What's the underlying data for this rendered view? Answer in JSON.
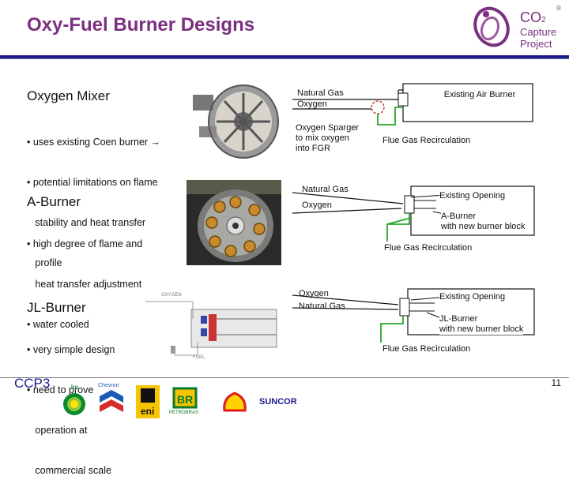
{
  "header": {
    "title": "Oxy-Fuel Burner Designs",
    "logo": {
      "line1": "CO",
      "sub": "2",
      "line2": "Capture",
      "line3": "Project",
      "reg": "®"
    }
  },
  "sections": [
    {
      "title": "Oxygen Mixer",
      "bullets": [
        "• uses existing Coen burner →",
        "• potential limitations on flame",
        "   stability and heat transfer",
        "   profile"
      ]
    },
    {
      "title": "A-Burner",
      "bullets": [
        "• high degree of flame and",
        "   heat transfer adjustment",
        "• water cooled"
      ]
    },
    {
      "title": "JL-Burner",
      "bullets": [
        "• very simple design",
        "• need to prove",
        "   operation at",
        "   commercial scale"
      ]
    }
  ],
  "diagrams": {
    "mixer": {
      "natural_gas": "Natural Gas",
      "oxygen": "Oxygen",
      "existing": "Existing Air Burner",
      "sparger": [
        "Oxygen Sparger",
        "to mix oxygen",
        "into FGR"
      ],
      "fgr": "Flue Gas Recirculation"
    },
    "aburner": {
      "natural_gas": "Natural Gas",
      "oxygen": "Oxygen",
      "existing": "Existing Opening",
      "burner": [
        "A-Burner",
        "with new burner block"
      ],
      "fgr": "Flue Gas Recirculation"
    },
    "jlburner": {
      "oxygen": "Oxygen",
      "natural_gas": "Natural Gas",
      "existing": "Existing Opening",
      "burner": [
        "JL-Burner",
        "with new burner block"
      ],
      "fgr": "Flue Gas Recirculation"
    }
  },
  "sketch_labels": {
    "oxygen": "OXYGEN",
    "fuel": "FUEL"
  },
  "footer": {
    "ccp3": "CCP3",
    "sponsors": [
      "bp",
      "Chevron",
      "eni",
      "PETROBRAS",
      "SUNCOR"
    ],
    "page": "11"
  },
  "colors": {
    "title": "#7a2f80",
    "rule": "#1d1d8a",
    "green_line": "#2aa52a",
    "red_dash": "#cc2222"
  }
}
